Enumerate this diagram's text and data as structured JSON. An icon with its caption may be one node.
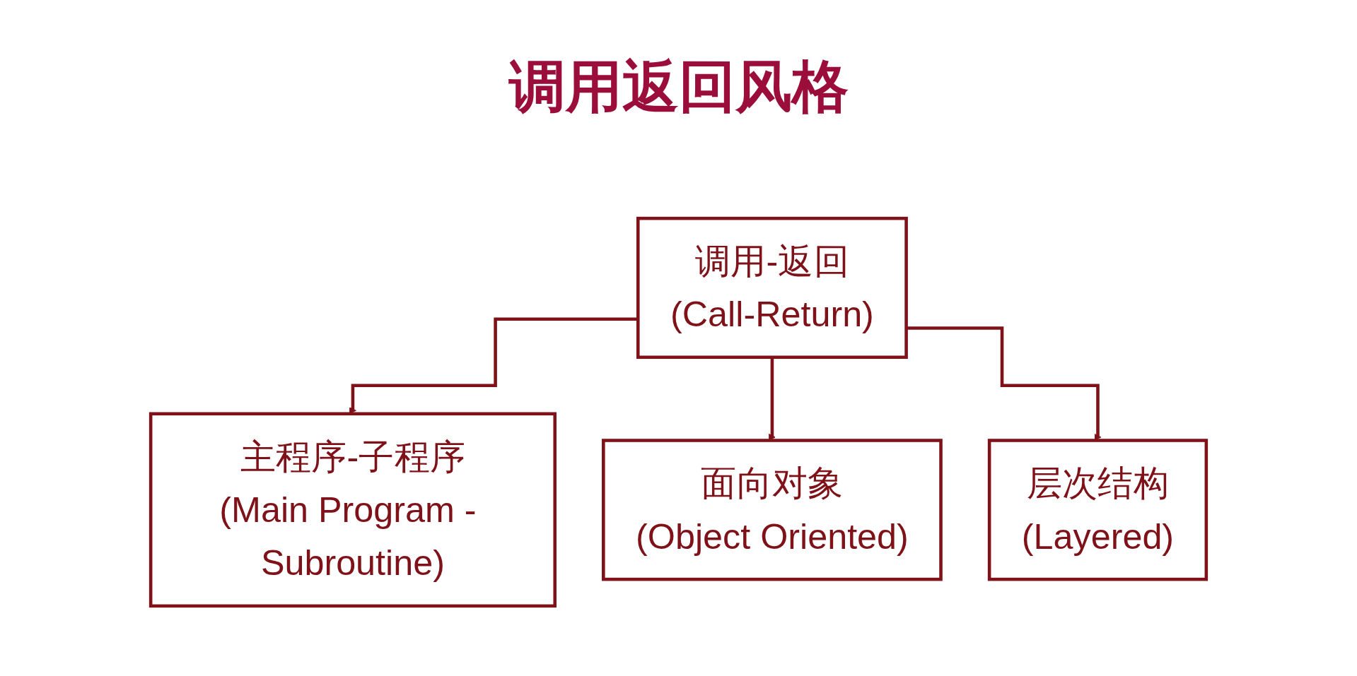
{
  "diagram": {
    "title": "调用返回风格",
    "nodes": [
      {
        "text": [
          "调用-返回",
          "(Call-Return)"
        ]
      },
      {
        "text": [
          "主程序-子程序",
          "(Main Program - Subroutine)"
        ]
      },
      {
        "text": [
          "面向对象",
          "(Object Oriented)"
        ]
      },
      {
        "text": [
          "层次结构",
          "(Layered)"
        ]
      }
    ],
    "edges": [
      {
        "from": 0,
        "to": 1,
        "arrow": "to"
      },
      {
        "from": 0,
        "to": 2,
        "arrow": "to"
      },
      {
        "from": 0,
        "to": 3,
        "arrow": "to"
      }
    ]
  }
}
